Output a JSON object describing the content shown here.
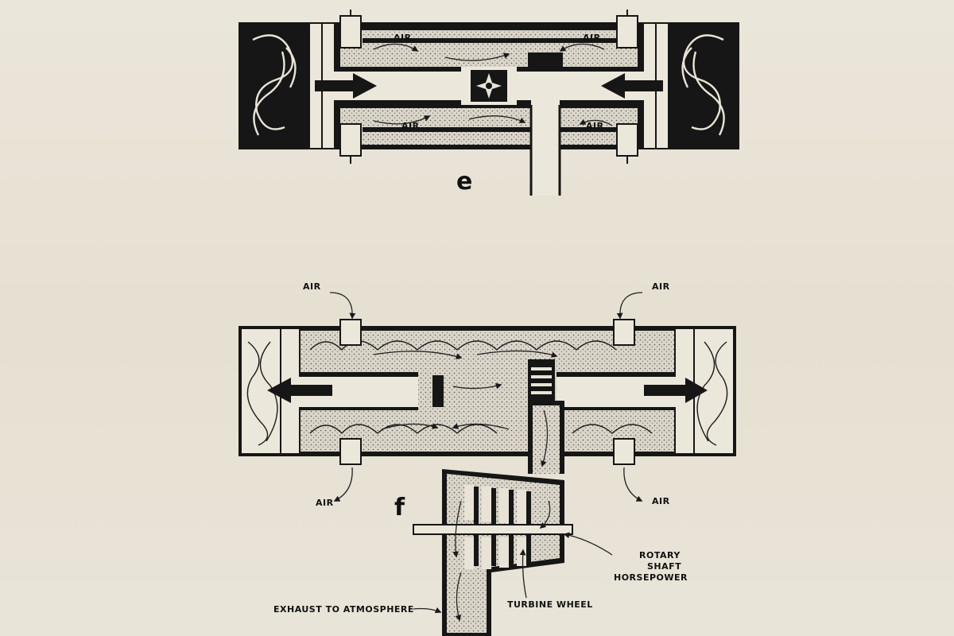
{
  "diagram": {
    "label_e": "e",
    "label_f": "f",
    "air": "AIR",
    "rotary_shaft_horsepower": [
      "ROTARY",
      "SHAFT",
      "HORSEPOWER"
    ],
    "turbine_wheel": "TURBINE WHEEL",
    "exhaust": "EXHAUST TO ATMOSPHERE"
  },
  "colors": {
    "ink": "#161616",
    "paper": "#e9e4d7",
    "gas": "#dcd7cb"
  },
  "icons": [
    "piston-arrow-right-icon",
    "piston-arrow-left-icon",
    "air-flow-arrow-icon",
    "igniter-star-icon"
  ]
}
